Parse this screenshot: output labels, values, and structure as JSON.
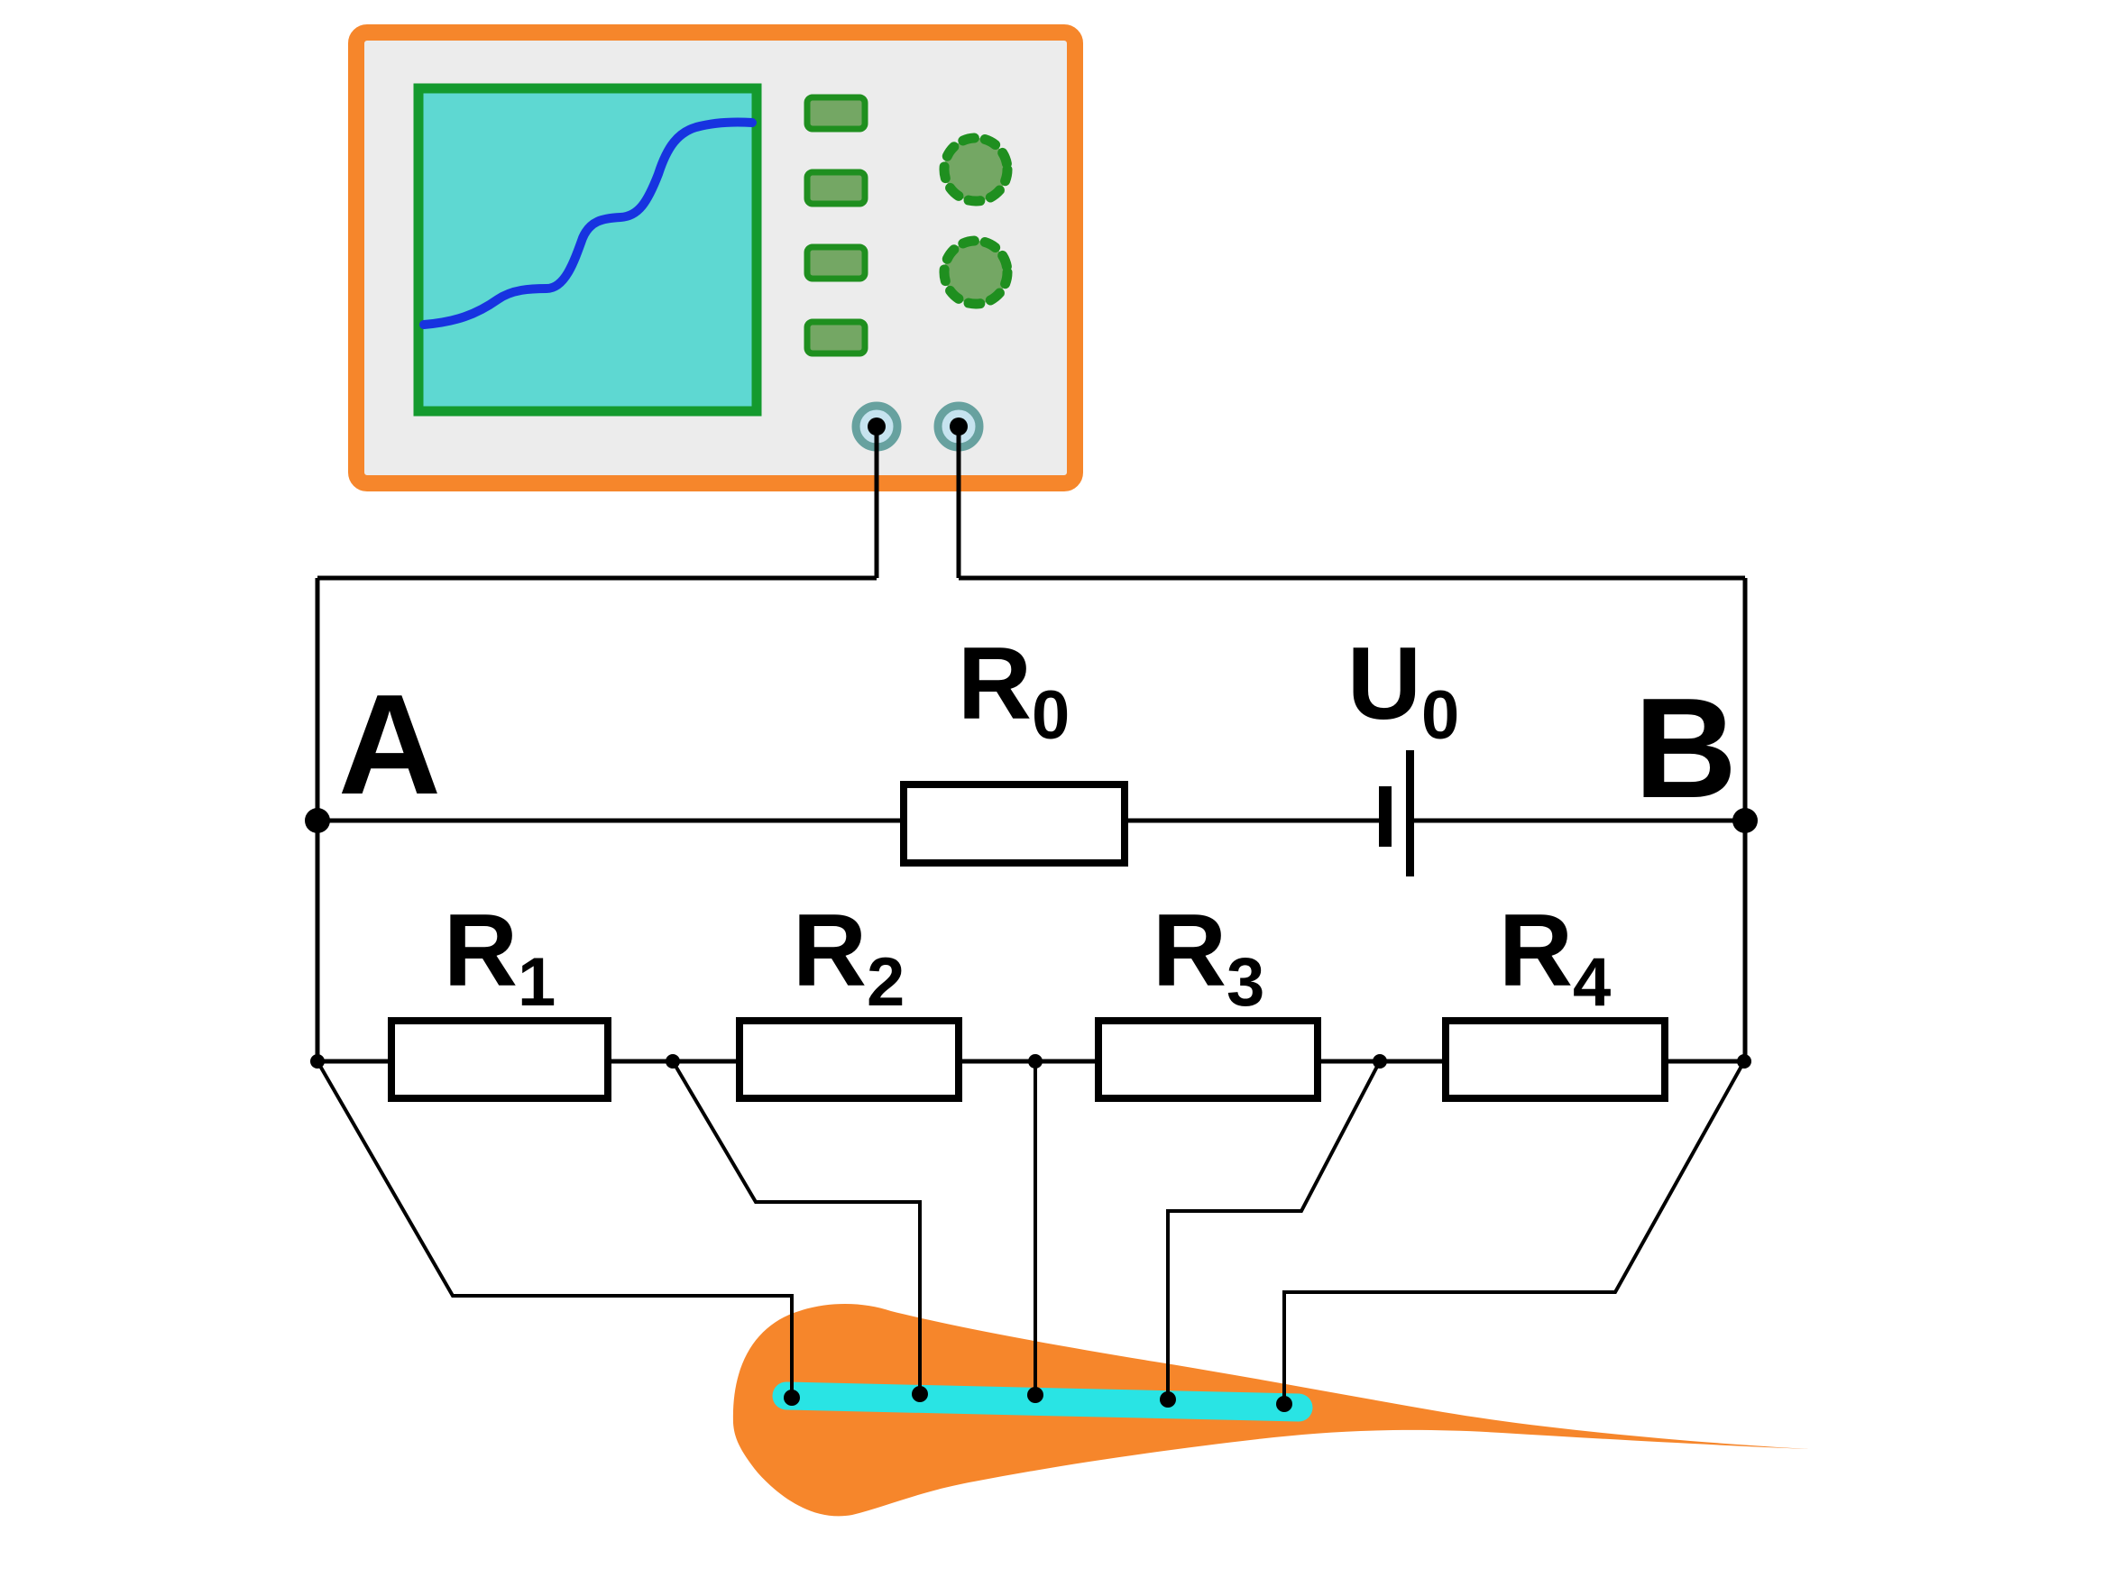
{
  "title": "Oscilloscope measurement circuit with reference resistor, voltage source and probed specimen",
  "colors": {
    "background": "#FFFFFF",
    "frame_orange": "#F6862B",
    "body_gray": "#ECECEC",
    "screen_fill_teal": "#5ED8D2",
    "screen_border_green": "#149A2E",
    "control_fill_green": "#74A764",
    "control_border_green": "#1F8F1F",
    "trace_blue": "#1733E0",
    "connector_ring_teal": "#67A19F",
    "connector_fill_blue": "#C6E3EF",
    "wire_black": "#000000",
    "component_fill_white": "#FFFFFF",
    "tissue_orange": "#F6862B",
    "electrode_cyan": "#29E4E4",
    "dot_black": "#000000"
  },
  "labels": {
    "node_a": "A",
    "node_b": "B",
    "r0": {
      "base": "R",
      "sub": "0"
    },
    "u0": {
      "base": "U",
      "sub": "0"
    },
    "r1": {
      "base": "R",
      "sub": "1"
    },
    "r2": {
      "base": "R",
      "sub": "2"
    },
    "r3": {
      "base": "R",
      "sub": "3"
    },
    "r4": {
      "base": "R",
      "sub": "4"
    }
  },
  "oscilloscope": {
    "button_count": 4,
    "knob_count": 2,
    "probe_jack_count": 2
  },
  "specimen": {
    "electrode_contact_count": 5
  }
}
